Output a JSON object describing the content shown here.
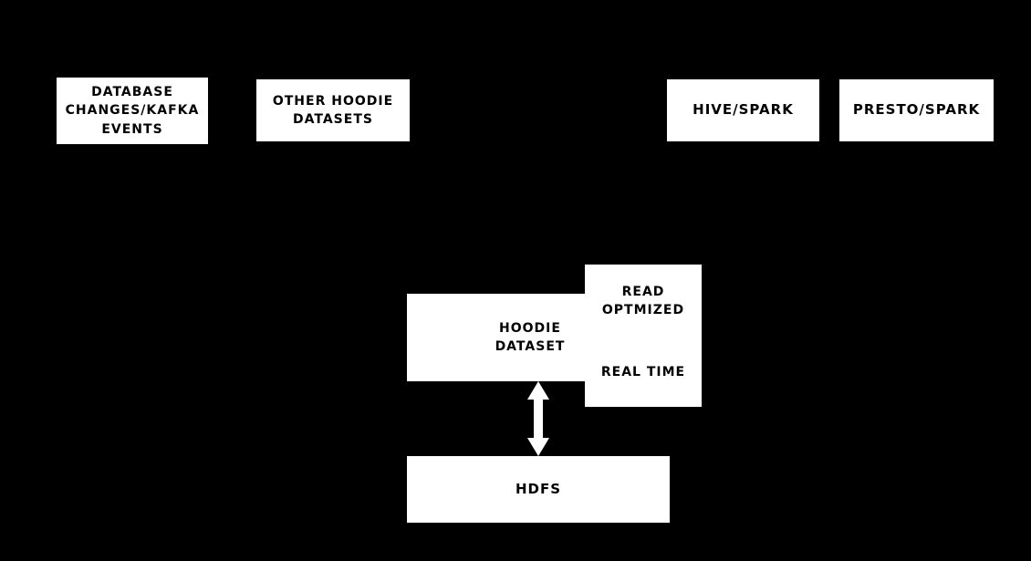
{
  "diagram": {
    "background_color": "#000000",
    "box_fill_color": "#ffffff",
    "box_text_color": "#000000",
    "arrow_color": "#ffffff",
    "boxes": [
      {
        "label": "DATABASE CHANGES/KAFKA EVENTS"
      },
      {
        "label": "OTHER HOODIE DATASETS"
      },
      {
        "label": "HIVE/SPARK"
      },
      {
        "label": "PRESTO/SPARK"
      },
      {
        "label": "HOODIE DATASET"
      },
      {
        "label": "READ OPTMIZED"
      },
      {
        "label": "REAL TIME"
      },
      {
        "label": "HDFS"
      }
    ],
    "arrows": [
      {
        "name": "hoodie-dataset-hdfs",
        "direction": "bidirectional"
      }
    ]
  }
}
